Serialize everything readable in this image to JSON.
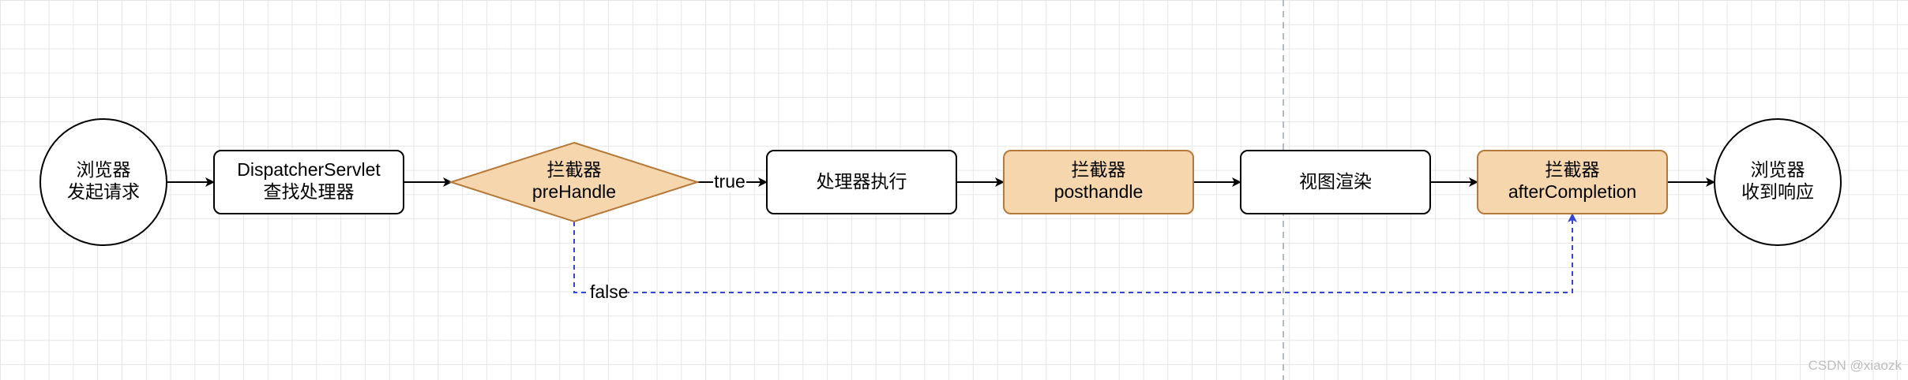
{
  "diagram": {
    "nodes": {
      "browser_start": {
        "line1": "浏览器",
        "line2": "发起请求"
      },
      "dispatcher": {
        "line1": "DispatcherServlet",
        "line2": "查找处理器"
      },
      "prehandle": {
        "line1": "拦截器",
        "line2": "preHandle"
      },
      "handler_exec": {
        "label": "处理器执行"
      },
      "posthandle": {
        "line1": "拦截器",
        "line2": "posthandle"
      },
      "view_render": {
        "label": "视图渲染"
      },
      "after_completion": {
        "line1": "拦截器",
        "line2": "afterCompletion"
      },
      "browser_end": {
        "line1": "浏览器",
        "line2": "收到响应"
      }
    },
    "edges": {
      "true_label": "true",
      "false_label": "false"
    }
  },
  "watermark": "CSDN @xiaozk",
  "colors": {
    "interceptor_fill": "#f5d6ad",
    "interceptor_stroke": "#b5793a",
    "node_stroke": "#000000",
    "false_edge": "#3446d3",
    "grid": "#e6e6e6"
  }
}
